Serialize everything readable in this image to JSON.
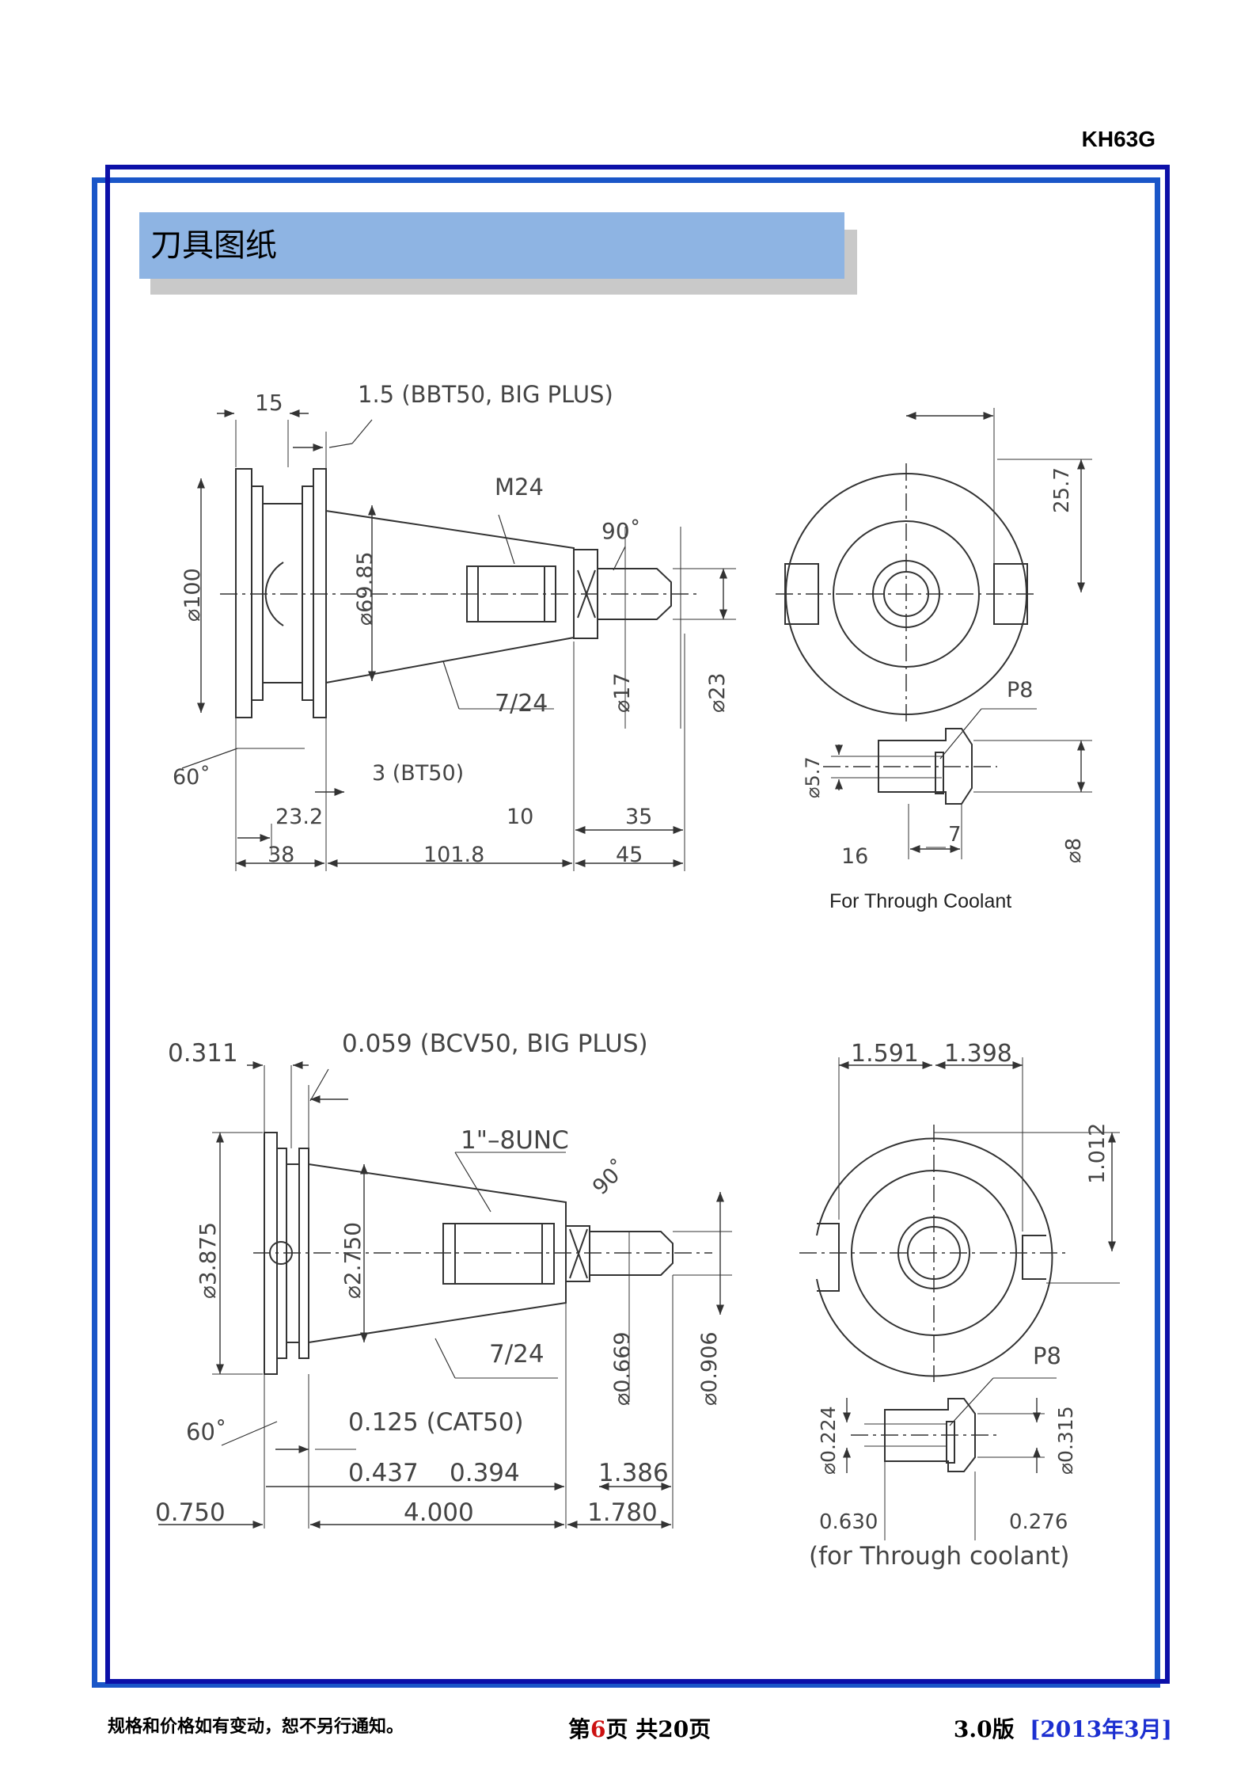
{
  "header": {
    "model": "KH63G"
  },
  "section": {
    "title": "刀具图纸"
  },
  "metric_drawing": {
    "dim_15": "15",
    "dim_1_5": "1.5 (BBT50, BIG PLUS)",
    "dim_m24": "M24",
    "dim_90": "90˚",
    "dim_25_7": "25.7",
    "dim_d100": "⌀100",
    "dim_d69_85": "⌀69.85",
    "dim_d17": "⌀17",
    "dim_d23": "⌀23",
    "dim_7_24": "7/24",
    "dim_60": "60˚",
    "dim_3_bt50": "3 (BT50)",
    "dim_23_2": "23.2",
    "dim_10": "10",
    "dim_35": "35",
    "dim_38": "38",
    "dim_101_8": "101.8",
    "dim_45": "45",
    "dim_p8": "P8",
    "dim_d5_7": "⌀5.7",
    "dim_7": "7",
    "dim_16": "16",
    "dim_d8": "⌀8",
    "caption": "For Through Coolant"
  },
  "inch_drawing": {
    "dim_0_311": "0.311",
    "dim_0_059": "0.059 (BCV50, BIG PLUS)",
    "dim_1_8unc": "1\"–8UNC",
    "dim_90": "90˚",
    "dim_1_591": "1.591",
    "dim_1_398": "1.398",
    "dim_1_012": "1.012",
    "dim_d3_875": "⌀3.875",
    "dim_d2_750": "⌀2.750",
    "dim_7_24": "7/24",
    "dim_d0_669": "⌀0.669",
    "dim_d0_906": "⌀0.906",
    "dim_60": "60˚",
    "dim_0_125": "0.125 (CAT50)",
    "dim_0_437": "0.437",
    "dim_0_394": "0.394",
    "dim_1_386": "1.386",
    "dim_0_750": "0.750",
    "dim_4_000": "4.000",
    "dim_1_780": "1.780",
    "dim_p8": "P8",
    "dim_d0_224": "⌀0.224",
    "dim_d0_315": "⌀0.315",
    "dim_0_630": "0.630",
    "dim_0_276": "0.276",
    "caption": "(for Through coolant)"
  },
  "footer": {
    "notice": "规格和价格如有变动，恕不另行通知。",
    "page_prefix": "第",
    "page_number": "6",
    "page_mid": "页  共",
    "page_total": "20",
    "page_suffix": "页",
    "version": "3.0版",
    "date": "[2013年3月]"
  }
}
